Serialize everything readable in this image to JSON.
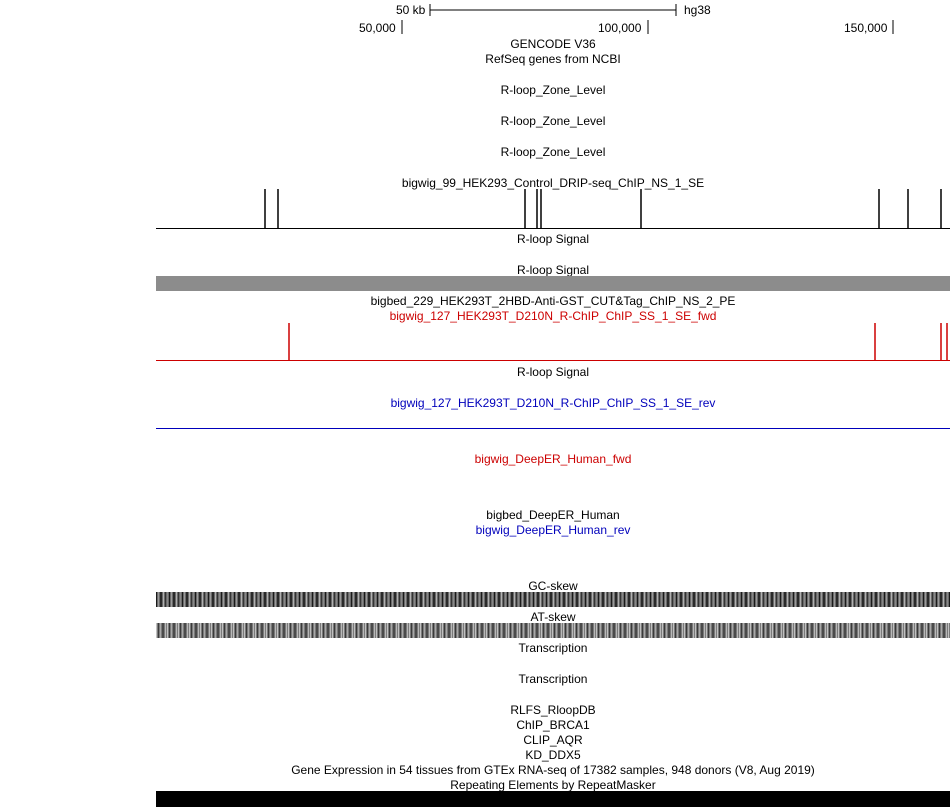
{
  "ruler": {
    "scale_label": "50 kb",
    "assembly": "hg38",
    "ticks": [
      "50,000",
      "100,000",
      "150,000"
    ]
  },
  "tracks": {
    "gencode": "GENCODE V36",
    "refseq": "RefSeq genes from NCBI",
    "rloop_zone_1": "R-loop_Zone_Level",
    "rloop_zone_2": "R-loop_Zone_Level",
    "rloop_zone_3": "R-loop_Zone_Level",
    "drip_seq": "bigwig_99_HEK293_Control_DRIP-seq_ChIP_NS_1_SE",
    "rloop_signal_1": "R-loop Signal",
    "rloop_signal_2": "R-loop Signal",
    "cut_tag": "bigbed_229_HEK293T_2HBD-Anti-GST_CUT&Tag_ChIP_NS_2_PE",
    "rchip_fwd": "bigwig_127_HEK293T_D210N_R-ChIP_ChIP_SS_1_SE_fwd",
    "rloop_signal_3": "R-loop Signal",
    "rchip_rev": "bigwig_127_HEK293T_D210N_R-ChIP_ChIP_SS_1_SE_rev",
    "deeper_fwd": "bigwig_DeepER_Human_fwd",
    "deeper_bed": "bigbed_DeepER_Human",
    "deeper_rev": "bigwig_DeepER_Human_rev",
    "gc_skew": "GC-skew",
    "at_skew": "AT-skew",
    "transcription_1": "Transcription",
    "transcription_2": "Transcription",
    "rlfs": "RLFS_RloopDB",
    "chip_brca1": "ChIP_BRCA1",
    "clip_aqr": "CLIP_AQR",
    "kd_ddx5": "KD_DDX5",
    "gtex": "Gene Expression in 54 tissues from GTEx RNA-seq of 17382 samples, 948 donors (V8, Aug 2019)",
    "repeatmasker": "Repeating Elements by RepeatMasker"
  },
  "colors": {
    "black": "#000000",
    "red": "#cc0000",
    "blue": "#0000bb",
    "gray_bar": "#8c8c8c"
  }
}
